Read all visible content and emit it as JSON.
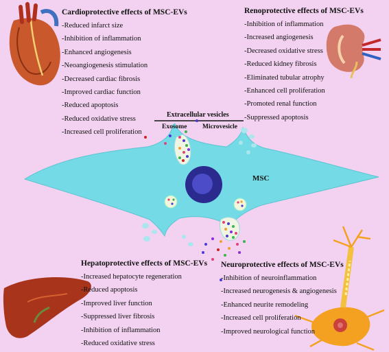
{
  "cardio": {
    "title": "Cardioprotective  effects of MSC-EVs",
    "items": [
      "-Reduced infarct size",
      "-Inhibition of inflammation",
      "-Enhanced angiogenesis",
      "-Neoangiogenesis stimulation",
      "-Decreased cardiac fibrosis",
      "-Improved cardiac function",
      "-Reduced apoptosis",
      "-Reduced oxidative stress",
      "-Increased cell proliferation"
    ]
  },
  "reno": {
    "title": "Renoprotective effects of MSC-EVs",
    "items": [
      "-Inhibition of inflammation",
      "-Increased angiogenesis",
      "-Decreased oxidative stress",
      "-Reduced kidney fibrosis",
      "-Eliminated tubular atrophy",
      "-Enhanced cell proliferation",
      "-Promoted renal function",
      "-Suppressed apoptosis"
    ]
  },
  "hepato": {
    "title": "Hepatoprotective effects of MSC-EVs",
    "items": [
      "-Increased hepatocyte regeneration",
      "-Reduced apoptosis",
      "-Improved liver function",
      "-Suppressed liver fibrosis",
      "-Inhibition of inflammation",
      "-Reduced oxidative stress"
    ]
  },
  "neuro": {
    "title": "Neuroprotective effects of MSC-EVs",
    "items": [
      "-Inhibition of neuroinflammation",
      "-Increased neurogenesis & angiogenesis",
      "-Enhanced neurite remodeling",
      "-Increased cell proliferation",
      "-Improved neurological function"
    ]
  },
  "ev": {
    "title": "Extracellular vesicles",
    "exosome": "Exosome",
    "microvesicle": "Microvesicle"
  },
  "cell": {
    "label": "MSC"
  },
  "colors": {
    "background": "#f2d2f0",
    "cell": "#74dbe6",
    "nucleus": "#2b2a8e",
    "vesicle": "#a9e6ee"
  }
}
